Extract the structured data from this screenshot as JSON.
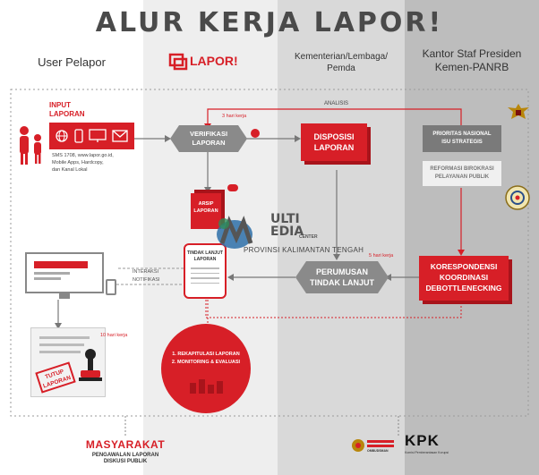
{
  "title": "ALUR KERJA LAPOR!",
  "columns": {
    "user": "User Pelapor",
    "lapor_logo": "LAPOR!",
    "kementerian_line1": "Kementerian/Lembaga/",
    "kementerian_line2": "Pemda",
    "ksp_line1": "Kantor Staf Presiden",
    "ksp_line2": "Kemen-PANRB"
  },
  "input": {
    "title_line1": "INPUT",
    "title_line2": "LAPORAN",
    "channels": [
      "SMS 1708, www.lapor.go.id,",
      "Mobile Apps, Hardcopy,",
      "dan Kanal Lokal"
    ]
  },
  "analisis": "ANALISIS",
  "three_days": "3 hari kerja",
  "verifikasi": [
    "VERIFIKASI",
    "LAPORAN"
  ],
  "disposisi": [
    "DISPOSISI",
    "LAPORAN"
  ],
  "prioritas": [
    "PRIORITAS NASIONAL",
    "ISU STRATEGIS"
  ],
  "reformasi": [
    "REFORMASI BIROKRASI",
    "PELAYANAN PUBLIK"
  ],
  "arsip": [
    "ARSIP",
    "LAPORAN"
  ],
  "tindak_card": [
    "TINDAK LANJUT",
    "LAPORAN"
  ],
  "watermark": {
    "brand_line1": "ULTI",
    "brand_line2": "EDIA",
    "brand_small": "CENTER",
    "province": "PROVINSI KALIMANTAN TENGAH"
  },
  "five_days": "5 hari kerja",
  "interaksi": [
    "INTERAKSI",
    "NOTIFIKASI"
  ],
  "perumusan": [
    "PERUMUSAN",
    "TINDAK LANJUT"
  ],
  "korespondensi": [
    "KORESPONDENSI",
    "KOORDINASI",
    "DEBOTTLENECKING"
  ],
  "ten_days": "10 hari kerja",
  "stamp": [
    "TUTUP",
    "LAPORAN"
  ],
  "circle_items": [
    "1. REKAPITULASI LAPORAN",
    "2. MONITORING & EVALUASI"
  ],
  "masyarakat": {
    "title": "MASYARAKAT",
    "line1": "PENGAWALAN LAPORAN",
    "line2": "DISKUSI PUBLIK"
  },
  "ombudsman": "OMBUDSMAN",
  "kpk": "KPK",
  "kpk_sub": "Komisi Pemberantasan Korupsi",
  "colors": {
    "red": "#d71f27",
    "dark_red": "#a8141b",
    "gray_hex": "#8a8a8a",
    "bg1": "#ffffff",
    "bg2": "#eeeeee",
    "bg3": "#d9d9d9",
    "bg4": "#bdbdbd"
  },
  "icons": [
    "garuda-icon",
    "ksp-emblem-icon",
    "globe-icon",
    "phone-icon",
    "monitor-icon",
    "people-icon",
    "envelope-icon",
    "stamp-icon"
  ]
}
